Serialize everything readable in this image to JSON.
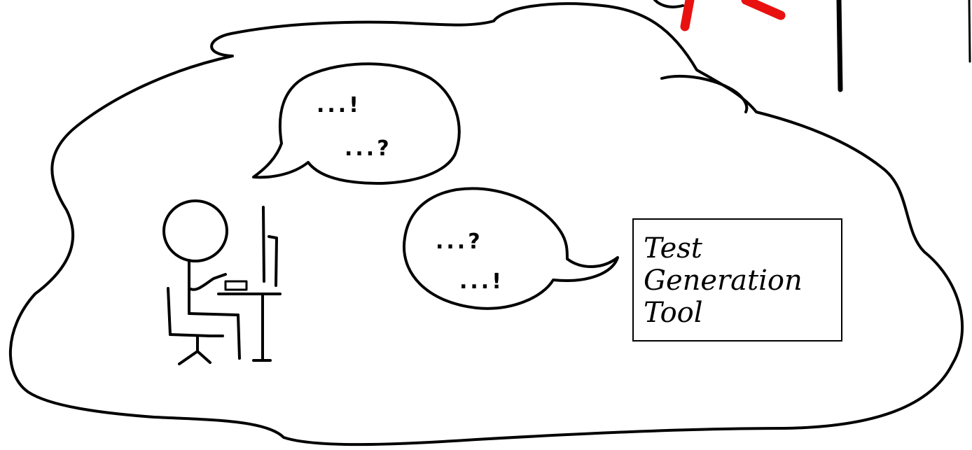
{
  "bubbles": {
    "top": {
      "line1": "...!",
      "line2": "...?"
    },
    "middle": {
      "line1": "...?",
      "line2": "...!"
    }
  },
  "tool": {
    "line1": "Test",
    "line2": "Generation",
    "line3": "Tool"
  }
}
